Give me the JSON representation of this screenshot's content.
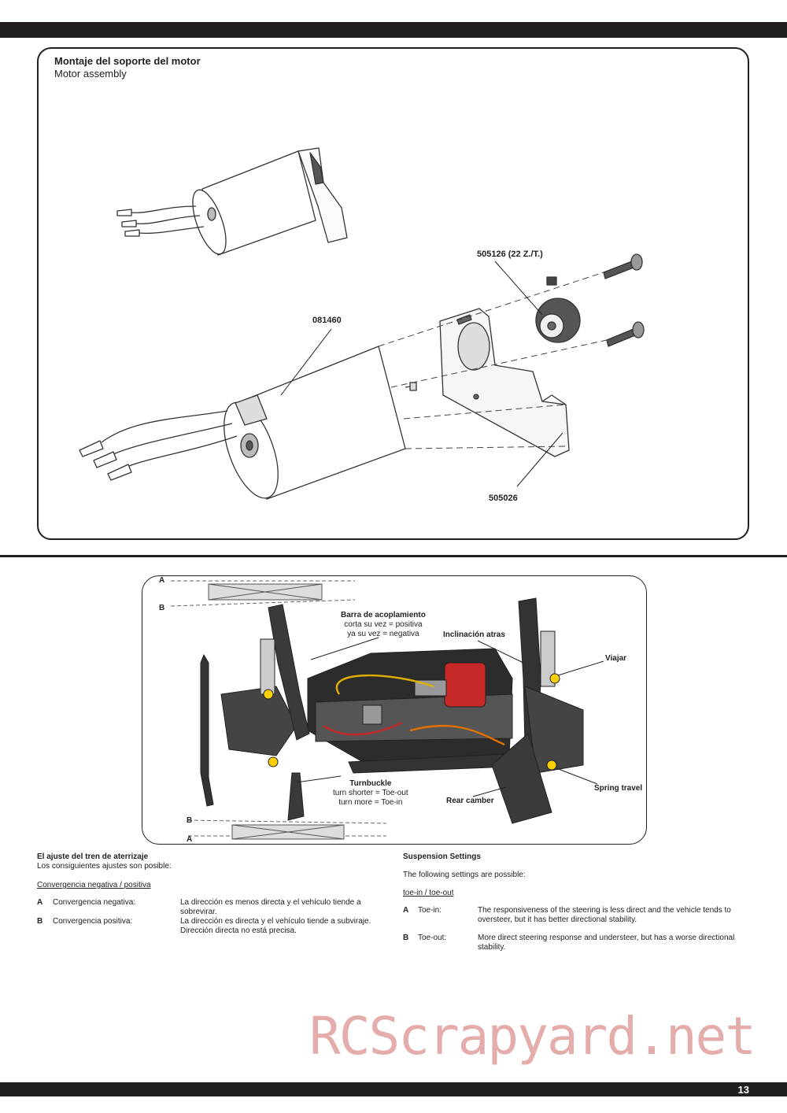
{
  "page_number": "13",
  "motor_panel": {
    "title": "Montaje del soporte del motor",
    "subtitle": "Motor assembly",
    "parts": {
      "pinion": "505126 (22 Z./T.)",
      "motor": "081460",
      "mount": "505026"
    }
  },
  "chassis_panel": {
    "ab": {
      "top_a": "A",
      "top_b": "B",
      "bottom_b": "B",
      "bottom_a": "A"
    },
    "barra": {
      "title": "Barra de acoplamiento",
      "line1": "corta su vez = positiva",
      "line2": "ya su vez = negativa"
    },
    "inclinacion": "Inclinación atras",
    "viajar": "Viajar",
    "turnbuckle": {
      "title": "Turnbuckle",
      "line1": "turn shorter = Toe-out",
      "line2": "turn more = Toe-in"
    },
    "rear_camber": "Rear camber",
    "spring_travel": "Spring travel"
  },
  "spanish": {
    "title": "El ajuste del tren de aterrizaje",
    "intro": "Los consiguientes ajustes son posible:",
    "section": "Convergencia negativa / positiva",
    "a_key": "A",
    "a_label": "Convergencia negativa:",
    "a_desc": "La dirección es menos directa y el vehículo tiende a sobrevirar.",
    "b_key": "B",
    "b_label": "Convergencia positiva:",
    "b_desc": "La dirección es directa y el vehículo tiende a subviraje. Dirección directa no está precisa."
  },
  "english": {
    "title": "Suspension Settings",
    "intro": "The following settings are possible:",
    "section": "toe-in / toe-out",
    "a_key": "A",
    "a_label": "Toe-in:",
    "a_desc": "The responsiveness of the steering is less direct and the vehicle tends to oversteer, but it has better directional stability.",
    "b_key": "B",
    "b_label": "Toe-out:",
    "b_desc": "More direct steering response and understeer, but has a worse directional stability."
  },
  "watermark": "RCScrapyard.net"
}
